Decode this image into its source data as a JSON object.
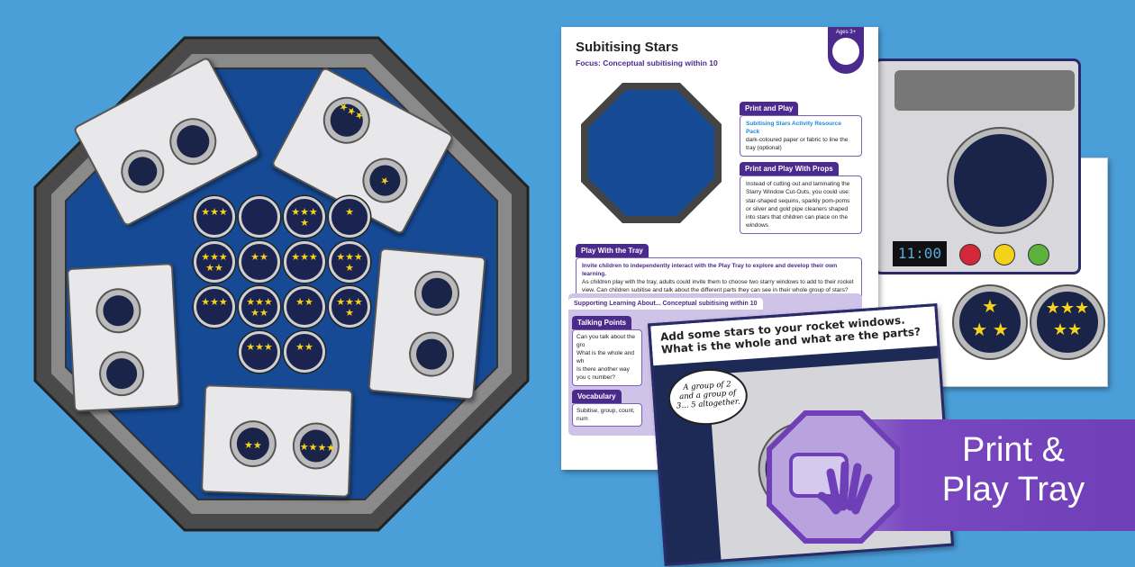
{
  "tray": {
    "discs": [
      "★★★",
      "",
      "★★★★",
      "★",
      "★★★★★",
      "★★",
      "★★★",
      "★★★★",
      "★★★",
      "★★★★★",
      "★★",
      "★★★★",
      "★★★",
      "★★"
    ]
  },
  "document": {
    "title": "Subitising Stars",
    "focus": "Focus: Conceptual subitising within 10",
    "age_badge": "Ages 3+",
    "print_and_play": {
      "heading": "Print and Play",
      "link": "Subitising Stars Activity Resource Pack",
      "items": [
        "dark-coloured paper or fabric to line the tray (optional)"
      ]
    },
    "props": {
      "heading": "Print and Play With Props",
      "intro": "Instead of cutting out and laminating the Starry Window Cut-Outs, you could use:",
      "items": [
        "star-shaped sequins, sparkly pom-poms or silver and gold pipe cleaners shaped into stars that children can place on the windows"
      ]
    },
    "play_with_tray": {
      "heading": "Play With the Tray",
      "line1": "Invite children to independently interact with the Play Tray to explore and develop their own learning.",
      "line2": "As children play with the tray, adults could invite them to choose two starry windows to add to their rocket view. Can children subitise and talk about the different parts they can see in their whole group of stars?"
    },
    "supporting": {
      "heading": "Supporting Learning About... Conceptual subitising within 10",
      "talking_points_heading": "Talking Points",
      "talking_points": [
        "Can you talk about the gro",
        "What is the whole and wh",
        "Is there another way you c number?"
      ],
      "vocabulary_heading": "Vocabulary",
      "vocabulary": "Subitise, group, count, num"
    }
  },
  "worksheet": {
    "prompt": "Add some stars to your rocket windows. What is the whole and what are the parts?",
    "speech": "A group of 2 and a group of 3... 5 altogether."
  },
  "control_panel": {
    "display": "11:00"
  },
  "banner": {
    "line1": "Print &",
    "line2": "Play Tray"
  },
  "colors": {
    "background": "#4b9fd9",
    "tray_water": "#164a95",
    "brand_purple": "#4a2a8c",
    "banner": "#8a5fc8"
  }
}
